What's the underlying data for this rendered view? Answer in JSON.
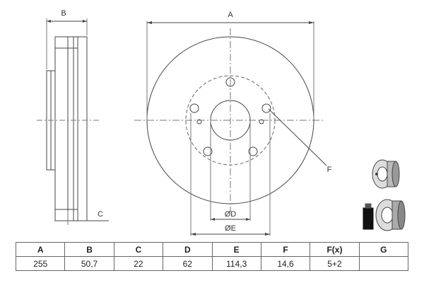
{
  "drawing": {
    "labels": {
      "A": "A",
      "B": "B",
      "C": "C",
      "D": "ØD",
      "E": "ØE",
      "F": "F"
    }
  },
  "table": {
    "headers": [
      "A",
      "B",
      "C",
      "D",
      "E",
      "F",
      "F(x)",
      "G"
    ],
    "values": [
      "255",
      "50,7",
      "22",
      "62",
      "114,3",
      "14,6",
      "5+2",
      ""
    ]
  },
  "icons": [
    "disc-thumbnail-icon",
    "disc-with-piston-icon"
  ]
}
